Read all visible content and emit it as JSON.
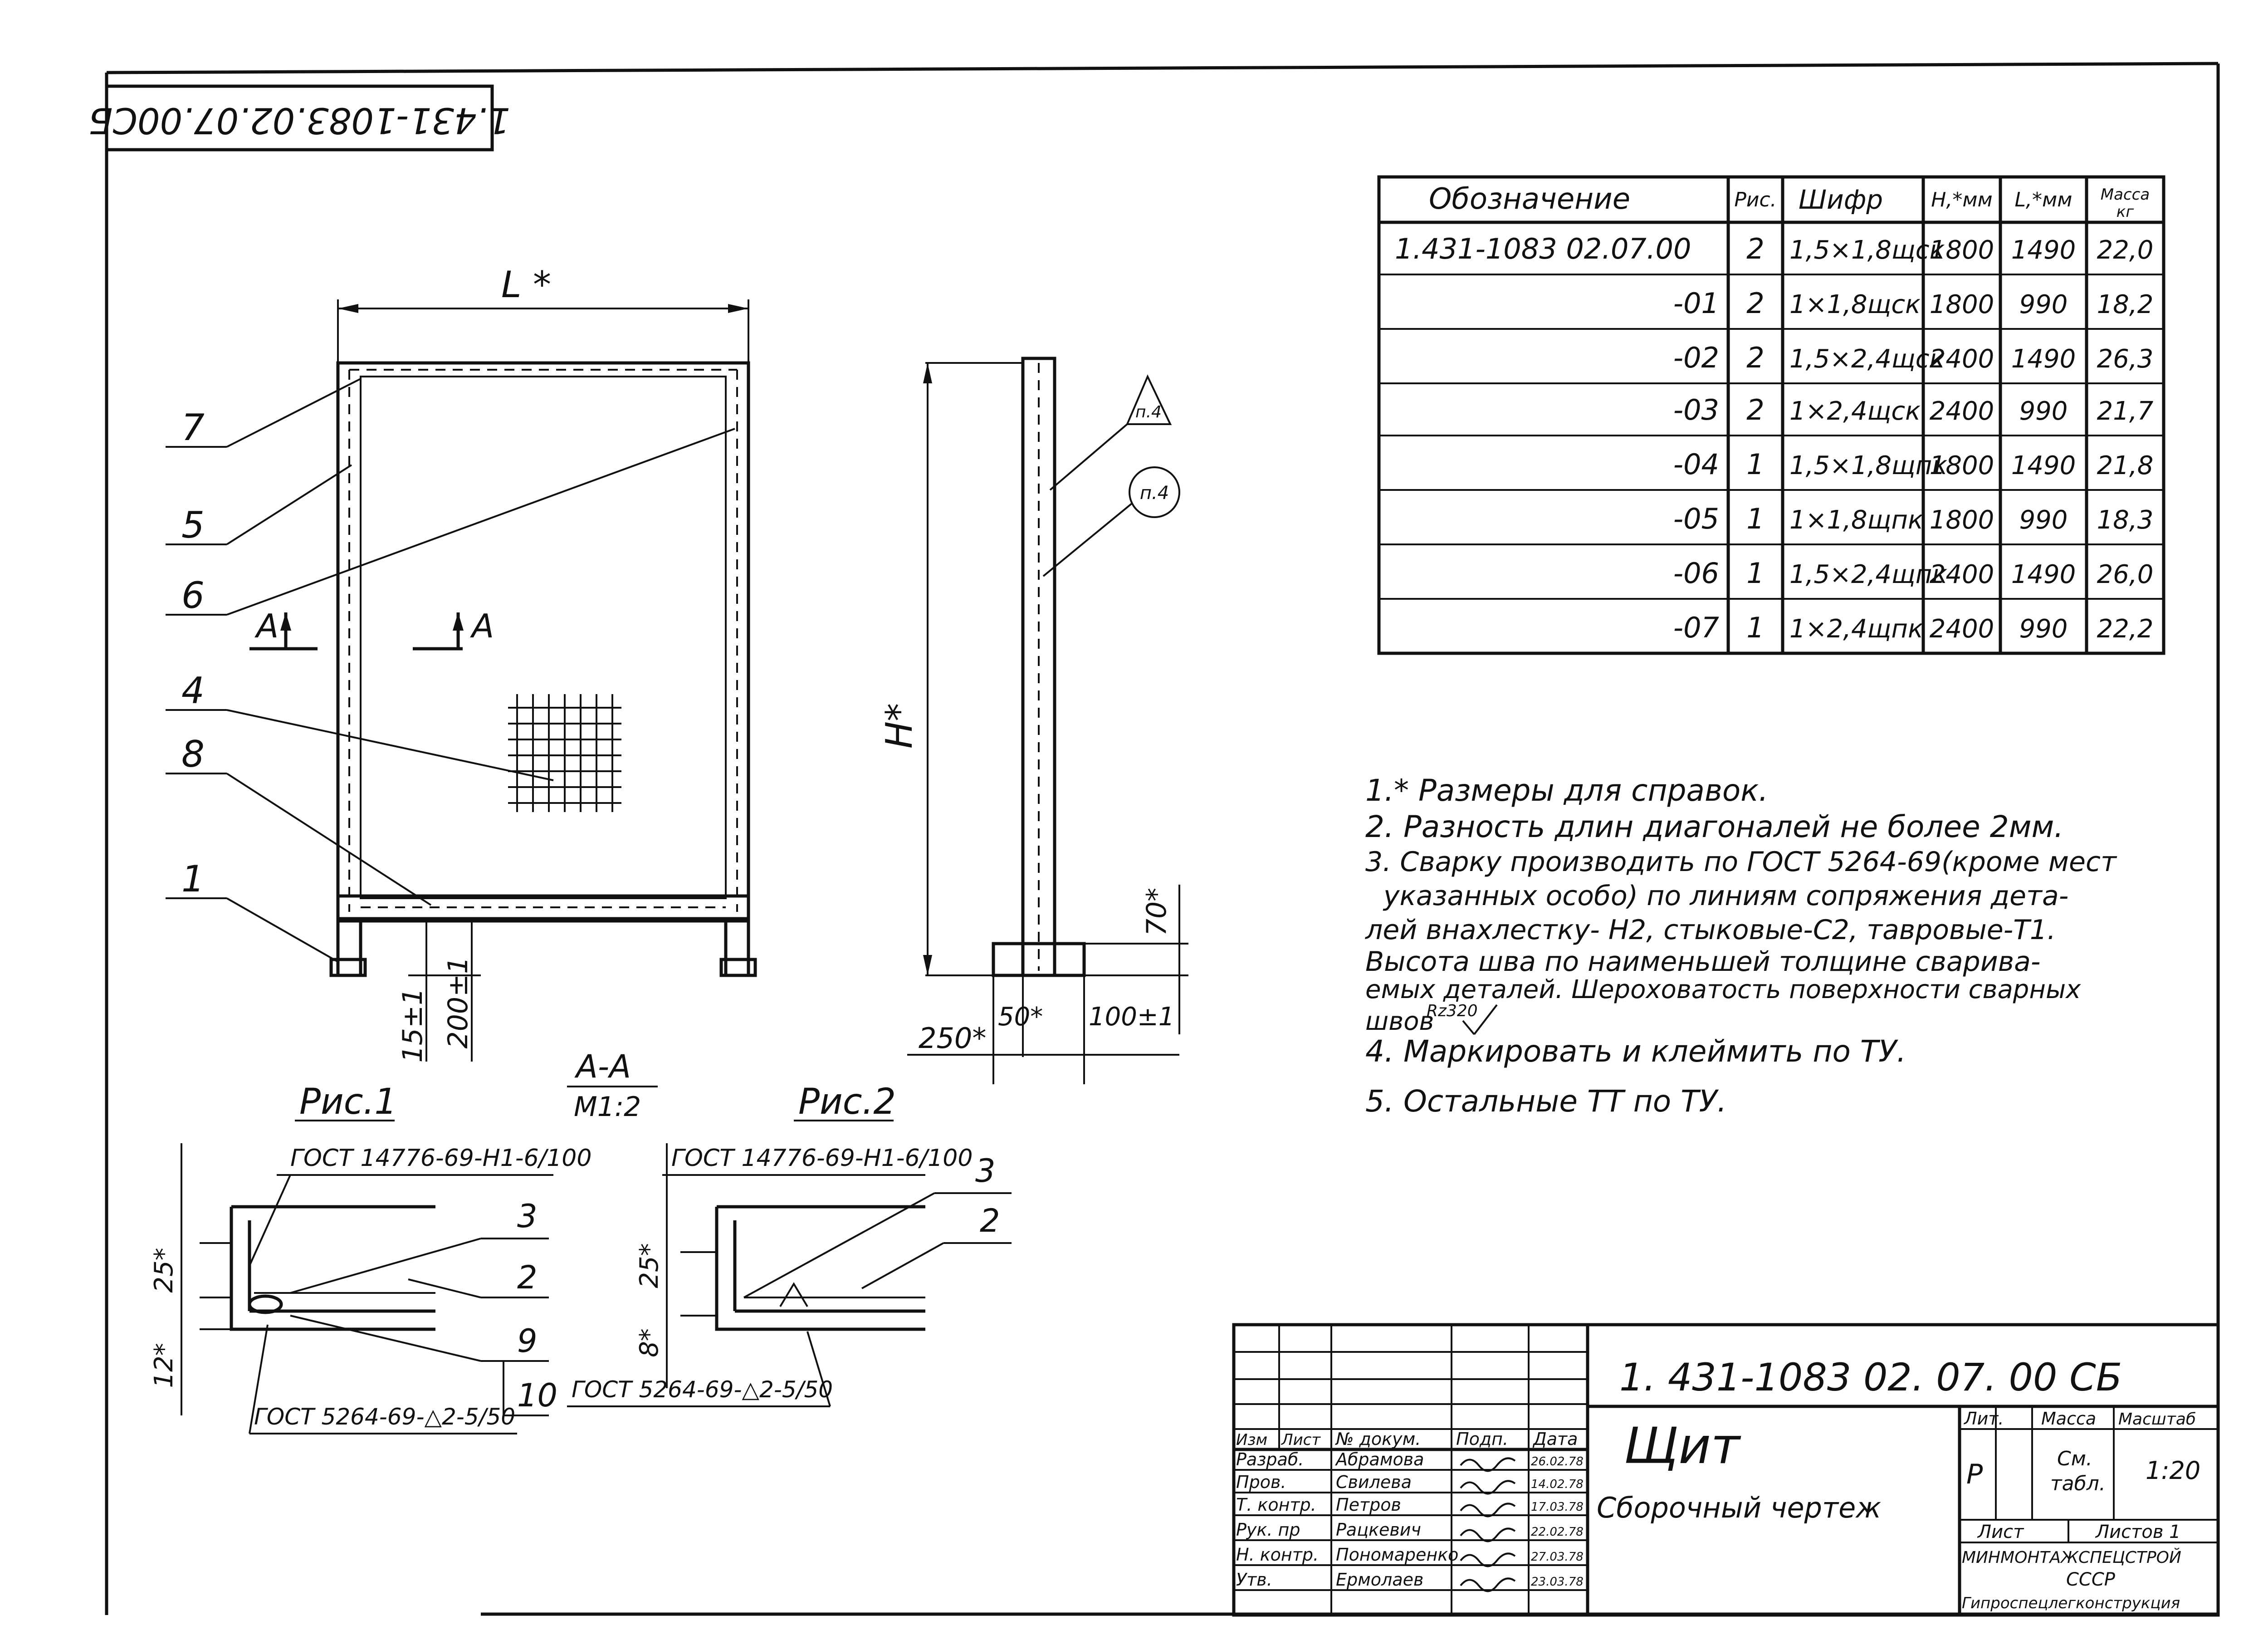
{
  "stamp": {
    "code": "1.431-1083.02.07.00СБ"
  },
  "spec_table": {
    "headers": {
      "designation": "Обозначение",
      "fig": "Рис.",
      "code": "Шифр",
      "h": "Н,*мм",
      "l": "L,*мм",
      "mass_line1": "Масса",
      "mass_line2": "кг"
    },
    "rows": [
      {
        "designation": "1.431-1083 02.07.00",
        "fig": "2",
        "code": "1,5×1,8щск",
        "h": "1800",
        "l": "1490",
        "mass": "22,0"
      },
      {
        "designation": "-01",
        "fig": "2",
        "code": "1×1,8щск",
        "h": "1800",
        "l": "990",
        "mass": "18,2"
      },
      {
        "designation": "-02",
        "fig": "2",
        "code": "1,5×2,4щск",
        "h": "2400",
        "l": "1490",
        "mass": "26,3"
      },
      {
        "designation": "-03",
        "fig": "2",
        "code": "1×2,4щск",
        "h": "2400",
        "l": "990",
        "mass": "21,7"
      },
      {
        "designation": "-04",
        "fig": "1",
        "code": "1,5×1,8щпк",
        "h": "1800",
        "l": "1490",
        "mass": "21,8"
      },
      {
        "designation": "-05",
        "fig": "1",
        "code": "1×1,8щпк",
        "h": "1800",
        "l": "990",
        "mass": "18,3"
      },
      {
        "designation": "-06",
        "fig": "1",
        "code": "1,5×2,4щпк",
        "h": "2400",
        "l": "1490",
        "mass": "26,0"
      },
      {
        "designation": "-07",
        "fig": "1",
        "code": "1×2,4щпк",
        "h": "2400",
        "l": "990",
        "mass": "22,2"
      }
    ]
  },
  "notes": [
    "1.* Размеры для справок.",
    "2. Разность длин диагоналей не более 2мм.",
    "3. Сварку производить по ГОСТ 5264-69(кроме мест",
    "указанных особо) по линиям сопряжения дета-",
    "лей внахлестку- Н2, стыковые-С2, тавровые-Т1.",
    "Высота шва по наименьшей толщине сварива-",
    "емых деталей. Шероховатость поверхности сварных",
    "швов",
    "4. Маркировать и клеймить по ТУ.",
    "5. Остальные ТТ по ТУ."
  ],
  "roughness": "Rz320",
  "front_view": {
    "dim_l": "L *",
    "section_a_left": "А",
    "section_a_right": "А",
    "dim_15": "15±1",
    "dim_200": "200±1",
    "callouts": [
      "7",
      "5",
      "6",
      "4",
      "8",
      "1"
    ]
  },
  "side_view": {
    "dim_h": "Н*",
    "dim_70": "70*",
    "dim_250": "250*",
    "dim_50": "50*",
    "dim_100": "100±1",
    "weld_triangle": "п.4",
    "weld_circle": "п.4"
  },
  "sections": {
    "fig1_title": "Рис.1",
    "fig2_title": "Рис.2",
    "aa_title": "А-А",
    "aa_scale": "М1:2",
    "fig1_gost_top": "ГОСТ 14776-69-Н1-6/100",
    "fig1_gost_bottom": "ГОСТ 5264-69-△2-5/50",
    "fig2_gost_top": "ГОСТ 14776-69-Н1-6/100",
    "fig2_gost_bottom": "ГОСТ 5264-69-△2-5/50",
    "fig1_dim_25": "25*",
    "fig1_dim_12": "12*",
    "fig2_dim_25": "25*",
    "fig2_dim_8": "8*",
    "fig1_callouts": [
      "3",
      "2",
      "9",
      "10"
    ],
    "fig2_callouts": [
      "3",
      "2"
    ]
  },
  "title_block": {
    "designation": "1. 431-1083 02. 07. 00 СБ",
    "name": "Щит",
    "doc_type": "Сборочный чертеж",
    "col_izm": "Изм",
    "col_list": "Лист",
    "col_doc": "№ докум.",
    "col_sign": "Подп.",
    "col_date": "Дата",
    "roles": [
      {
        "role": "Разраб.",
        "name": "Абрамова",
        "date": "26.02.78"
      },
      {
        "role": "Пров.",
        "name": "Свилева",
        "date": "14.02.78"
      },
      {
        "role": "Т. контр.",
        "name": "Петров",
        "date": "17.03.78"
      },
      {
        "role": "Рук. пр",
        "name": "Рацкевич",
        "date": "22.02.78"
      },
      {
        "role": "Н. контр.",
        "name": "Пономаренко",
        "date": "27.03.78"
      },
      {
        "role": "Утв.",
        "name": "Ермолаев",
        "date": "23.03.78"
      }
    ],
    "lit_label": "Лит.",
    "mass_label": "Масса",
    "scale_label": "Масштаб",
    "lit_value": "Р",
    "mass_value_1": "См.",
    "mass_value_2": "табл.",
    "scale_value": "1:20",
    "sheet_label": "Лист",
    "sheets_label": "Листов 1",
    "org_1": "МИНМОНТАЖСПЕЦСТРОЙ",
    "org_2": "СССР",
    "org_3": "Гипроспецлегконструкция"
  }
}
